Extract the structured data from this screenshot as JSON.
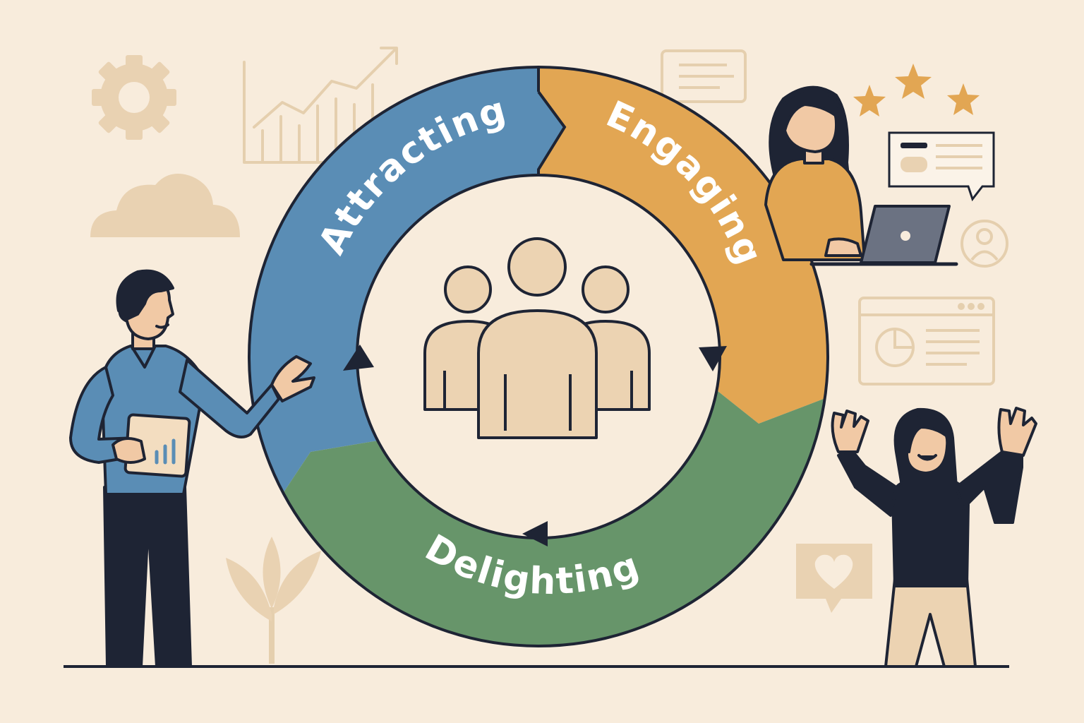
{
  "colors": {
    "background": "#f8ecdc",
    "outline": "#1e2434",
    "attracting": "#5a8db5",
    "engaging": "#e2a653",
    "delighting": "#67956a",
    "people": "#ecd3b2",
    "decor": "#e9d2b2",
    "label_text": "#ffffff"
  },
  "cycle": {
    "stages": [
      {
        "label": "Attracting"
      },
      {
        "label": "Engaging"
      },
      {
        "label": "Delighting"
      }
    ],
    "center_icon": "customer-group-icon",
    "direction": "clockwise"
  },
  "decor_icons": [
    "gear-icon",
    "growth-chart-icon",
    "cloud-icon",
    "message-card-icon",
    "rating-stars-icon",
    "chat-bubble-icon",
    "user-profile-icon",
    "dashboard-window-icon",
    "heart-bubble-icon",
    "plant-icon"
  ],
  "people": [
    "presenter-man",
    "woman-with-laptop",
    "cheering-woman"
  ]
}
